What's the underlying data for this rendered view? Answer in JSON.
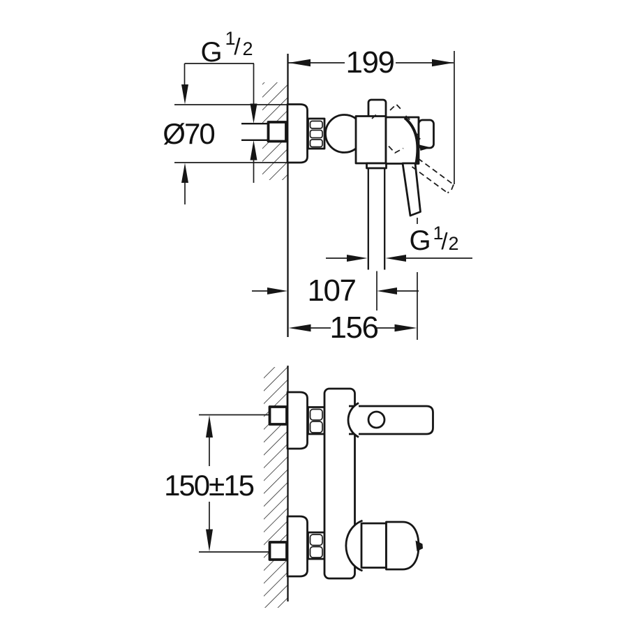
{
  "drawing": {
    "type": "technical-installation-drawing",
    "subject": "wall-mounted single-lever bath/shower mixer",
    "colors": {
      "line": "#161616",
      "background": "#ffffff"
    }
  },
  "top_view": {
    "labels": {
      "inlet_thread": {
        "g": "G",
        "num": "1",
        "slash": "/",
        "den": "2"
      },
      "flange_diameter": "Ø70",
      "total_projection": "199",
      "outlet_thread": {
        "g": "G",
        "num": "1",
        "slash": "/",
        "den": "2"
      },
      "outlet_offset": "107",
      "lever_projection": "156"
    }
  },
  "bottom_view": {
    "labels": {
      "inlet_spacing": "150±15"
    }
  }
}
